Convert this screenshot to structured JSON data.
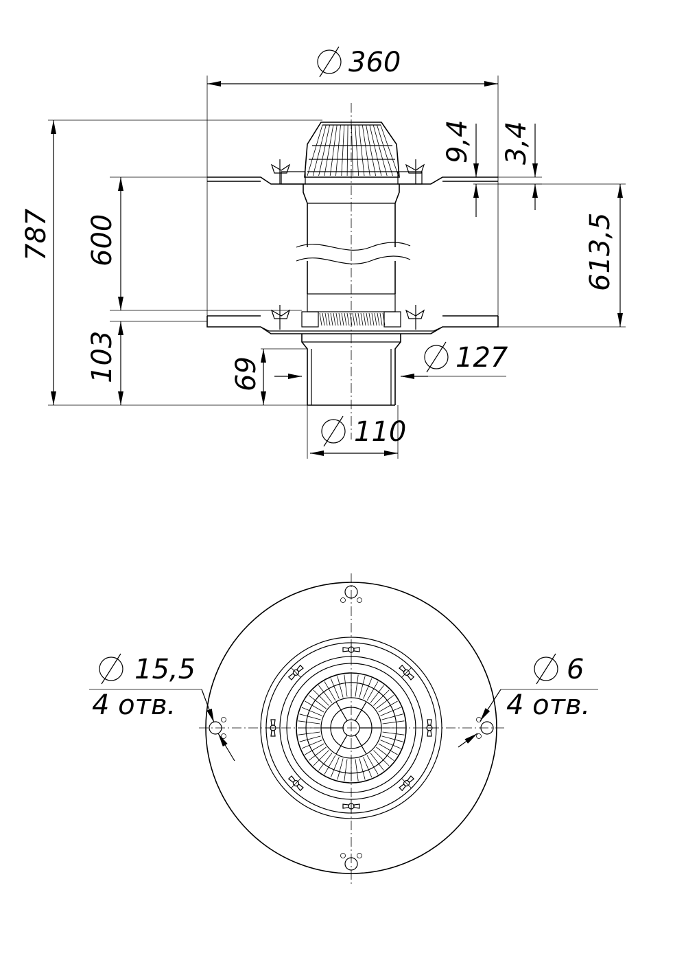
{
  "dimensions": {
    "flange_diameter": "360",
    "total_height": "787",
    "pipe_length": "600",
    "lower_height": "103",
    "spigot_depth": "69",
    "outer_diameter": "127",
    "pipe_diameter": "110",
    "top_offset": "9,4",
    "gap": "3,4",
    "inner_height": "613,5"
  },
  "plan_view": {
    "large_hole_diameter": "15,5",
    "large_hole_count": "4 отв.",
    "small_hole_diameter": "6",
    "small_hole_count": "4 отв."
  }
}
